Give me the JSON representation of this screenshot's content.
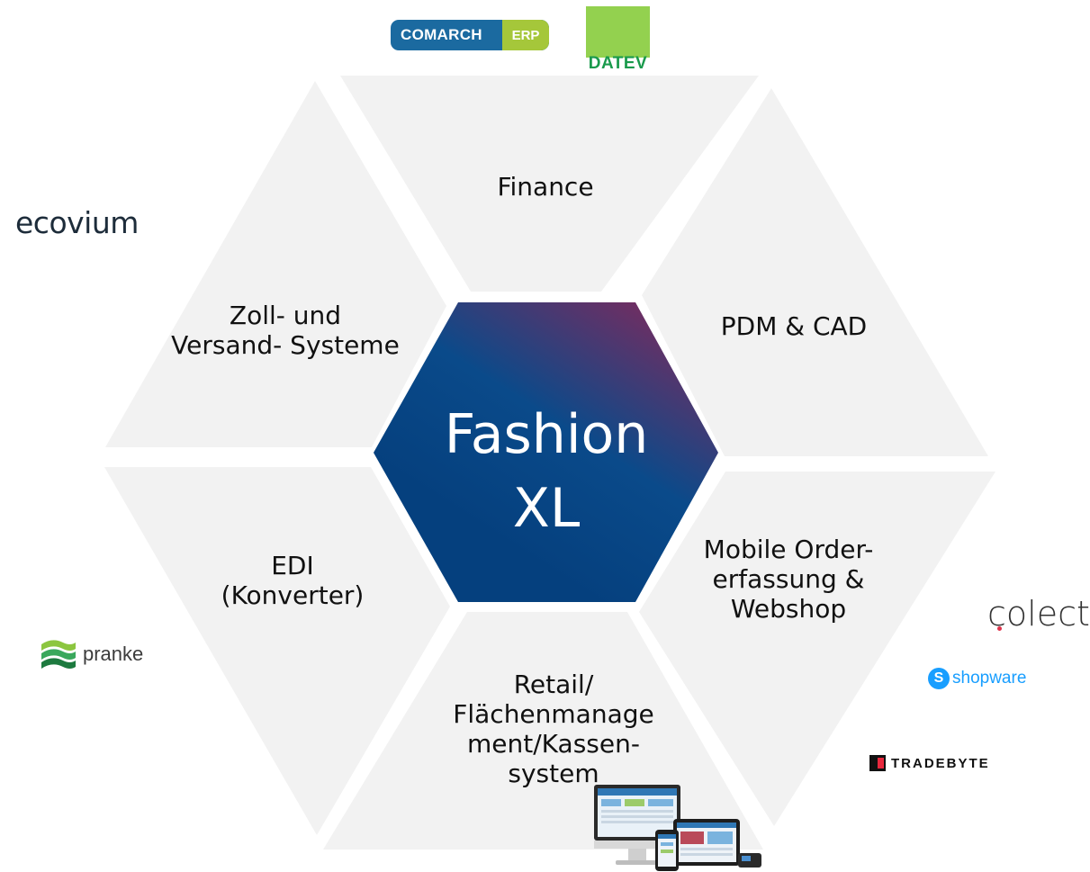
{
  "center": {
    "title_line1": "Fashion",
    "title_line2": "XL"
  },
  "segments": {
    "finance": {
      "lines": [
        "Finance"
      ]
    },
    "pdm": {
      "lines": [
        "PDM & CAD"
      ]
    },
    "mobile": {
      "lines": [
        "Mobile Order-",
        "erfassung &",
        "Webshop"
      ]
    },
    "retail": {
      "lines": [
        "Retail/",
        "Flächenmanage",
        "ment/Kassen-",
        "system"
      ]
    },
    "edi": {
      "lines": [
        "EDI",
        "(Konverter)"
      ]
    },
    "zoll": {
      "lines": [
        "Zoll- und",
        "Versand- Systeme"
      ]
    }
  },
  "logos": {
    "comarch": {
      "name": "COMARCH",
      "suffix": "ERP",
      "colors": [
        "#1b6aa0",
        "#a5c73a"
      ]
    },
    "datev": {
      "name": "DATEV",
      "colors": [
        "#93d14f",
        "#1a9a4c"
      ]
    },
    "ecovium": {
      "name": "ecovium"
    },
    "pranke": {
      "name": "pranke",
      "icon": "pranke-wave-icon"
    },
    "colect": {
      "name": "colect"
    },
    "shopware": {
      "name": "shopware",
      "icon": "shopware-s-icon"
    },
    "tradebyte": {
      "name": "TRADEBYTE",
      "icon": "tradebyte-mark-icon"
    }
  },
  "colors": {
    "segment_fill": "#f2f2f2",
    "center_gradient": [
      "#7a2b5e",
      "#0a4a8a",
      "#05407e"
    ]
  }
}
